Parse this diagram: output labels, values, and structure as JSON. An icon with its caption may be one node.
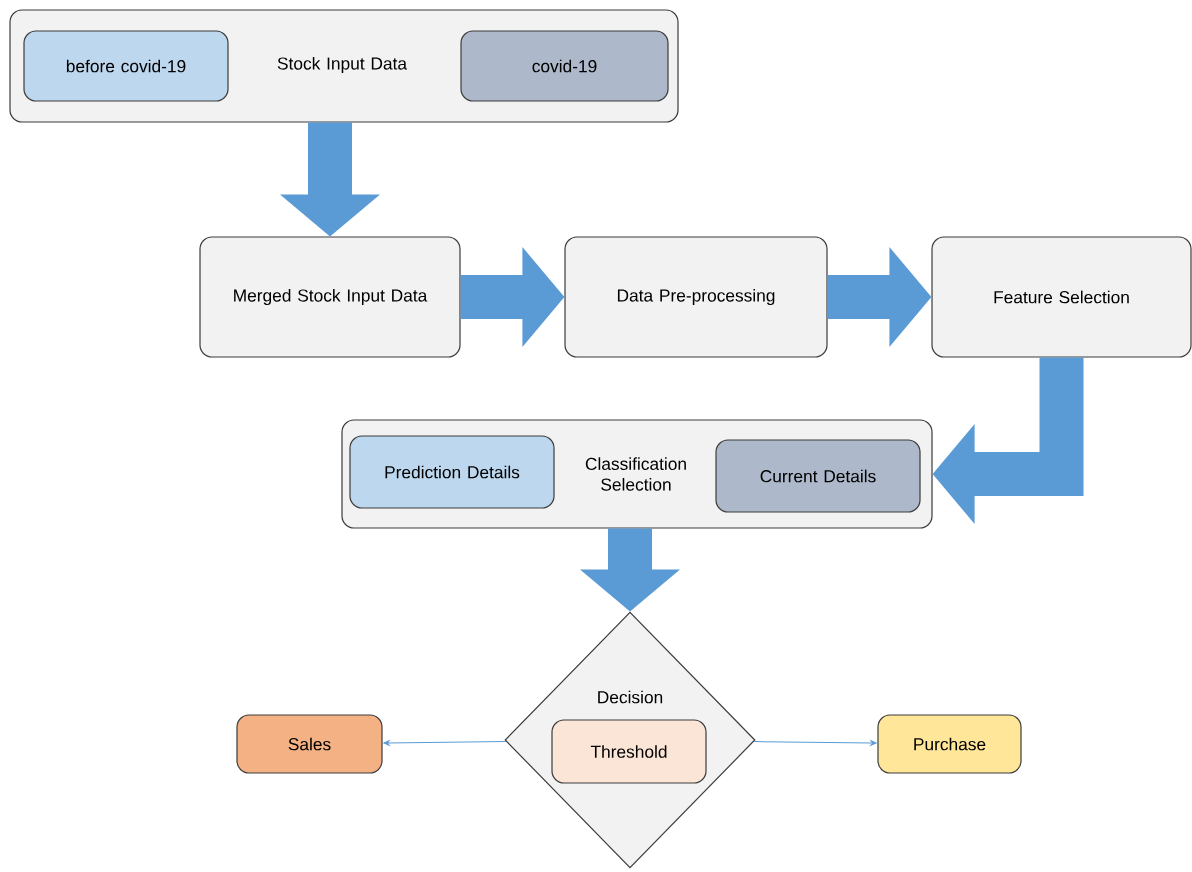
{
  "diagram": {
    "nodes": [
      {
        "text": [
          "Stock Input Data"
        ]
      },
      {
        "text": [
          "before covid-19"
        ],
        "in": 0
      },
      {
        "text": [
          "covid-19"
        ],
        "in": 0
      },
      {
        "text": [
          "Merged Stock Input Data"
        ]
      },
      {
        "text": [
          "Data Pre-processing"
        ]
      },
      {
        "text": [
          "Feature Selection"
        ]
      },
      {
        "text": [
          "Classification Selection"
        ]
      },
      {
        "text": [
          "Prediction Details"
        ],
        "in": 6
      },
      {
        "text": [
          "Current Details"
        ],
        "in": 6
      },
      {
        "text": [
          "Decision"
        ]
      },
      {
        "text": [
          "Threshold"
        ],
        "in": 9
      },
      {
        "text": [
          "Sales"
        ]
      },
      {
        "text": [
          "Purchase"
        ]
      }
    ],
    "edges": [
      {
        "from": 0,
        "to": 3,
        "arrow": "to",
        "style": "thick"
      },
      {
        "from": 3,
        "to": 4,
        "arrow": "to",
        "style": "thick"
      },
      {
        "from": 4,
        "to": 5,
        "arrow": "to",
        "style": "thick"
      },
      {
        "from": 5,
        "to": 6,
        "arrow": "to",
        "style": "thick"
      },
      {
        "from": 6,
        "to": 9,
        "arrow": "to",
        "style": "thick"
      },
      {
        "from": 9,
        "to": 11,
        "arrow": "to"
      },
      {
        "from": 9,
        "to": 12,
        "arrow": "to"
      }
    ]
  }
}
